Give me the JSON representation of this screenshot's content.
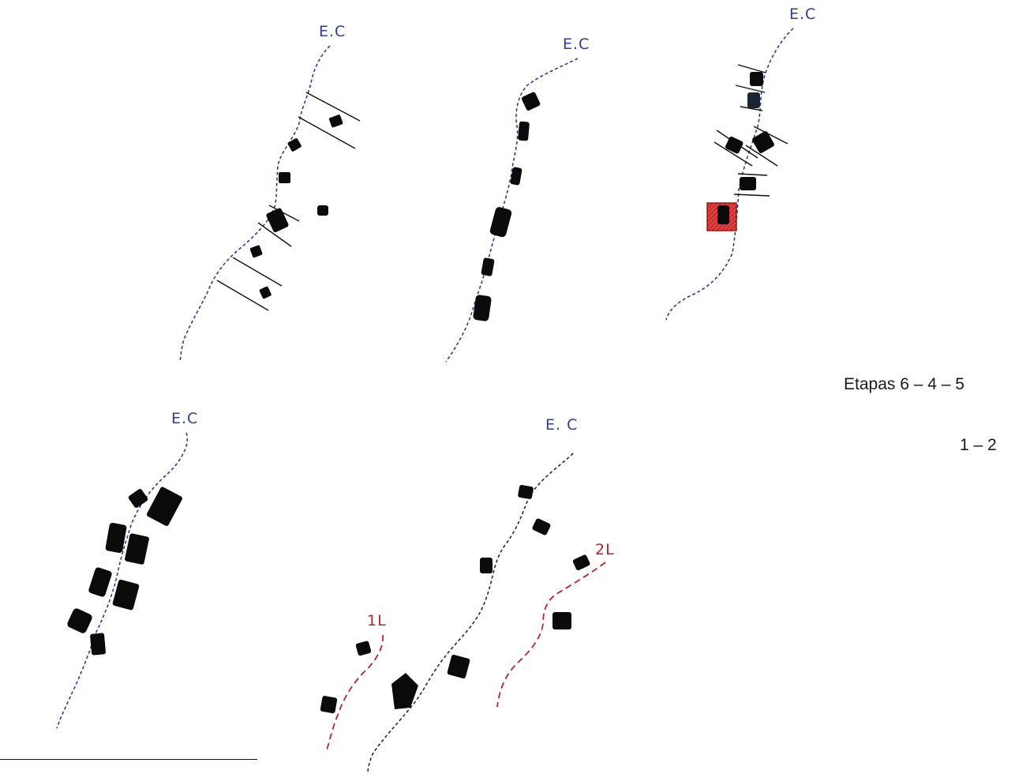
{
  "colors": {
    "street": "#2b3f8c",
    "lane": "#b3262a",
    "building": "#0b0b0b",
    "highlight": "#d42c2c"
  },
  "panels": [
    {
      "id": "a",
      "street_label": "E.C"
    },
    {
      "id": "b",
      "street_label": "E.C"
    },
    {
      "id": "c",
      "street_label": "E.C"
    },
    {
      "id": "d",
      "street_label": "E.C"
    },
    {
      "id": "e",
      "street_label": "E. C",
      "lane_labels": [
        "1L",
        "2L"
      ]
    }
  ],
  "caption": {
    "line1": "Etapas 6 – 4 – 5",
    "line2": "1 – 2"
  }
}
